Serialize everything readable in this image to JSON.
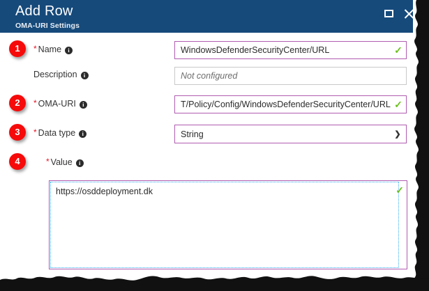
{
  "window": {
    "title": "Add Row",
    "subtitle": "OMA-URI Settings",
    "maximize_icon": "maximize-icon",
    "close_icon": "close-icon"
  },
  "badges": [
    {
      "number": "1"
    },
    {
      "number": "2"
    },
    {
      "number": "3"
    },
    {
      "number": "4"
    }
  ],
  "fields": {
    "name": {
      "label": "Name",
      "required_marker": "*",
      "info_icon": "info-icon",
      "value": "WindowsDefenderSecurityCenter/URL",
      "valid_icon": "✓",
      "border_color": "#b05cb0"
    },
    "description": {
      "label": "Description",
      "required_marker": "",
      "info_icon": "info-icon",
      "placeholder": "Not configured",
      "border_color": "#c9c9c9"
    },
    "omauri": {
      "label": "OMA-URI",
      "required_marker": "*",
      "info_icon": "info-icon",
      "value": "T/Policy/Config/WindowsDefenderSecurityCenter/URL",
      "valid_icon": "✓",
      "border_color": "#b05cb0"
    },
    "datatype": {
      "label": "Data type",
      "required_marker": "*",
      "info_icon": "info-icon",
      "selected": "String",
      "caret_icon": "chevron-down-icon",
      "border_color": "#b05cb0"
    },
    "value": {
      "label": "Value",
      "required_marker": "*",
      "info_icon": "info-icon",
      "text": "https://osddeployment.dk",
      "valid_icon": "✓",
      "border_color": "#b05cb0",
      "focus_color": "#31b0ef"
    }
  },
  "colors": {
    "header_background": "#164a7b",
    "accent_purple": "#b05cb0",
    "valid_green": "#6cbf1d",
    "badge_red": "#f60a0a",
    "required_red": "#e81123"
  }
}
